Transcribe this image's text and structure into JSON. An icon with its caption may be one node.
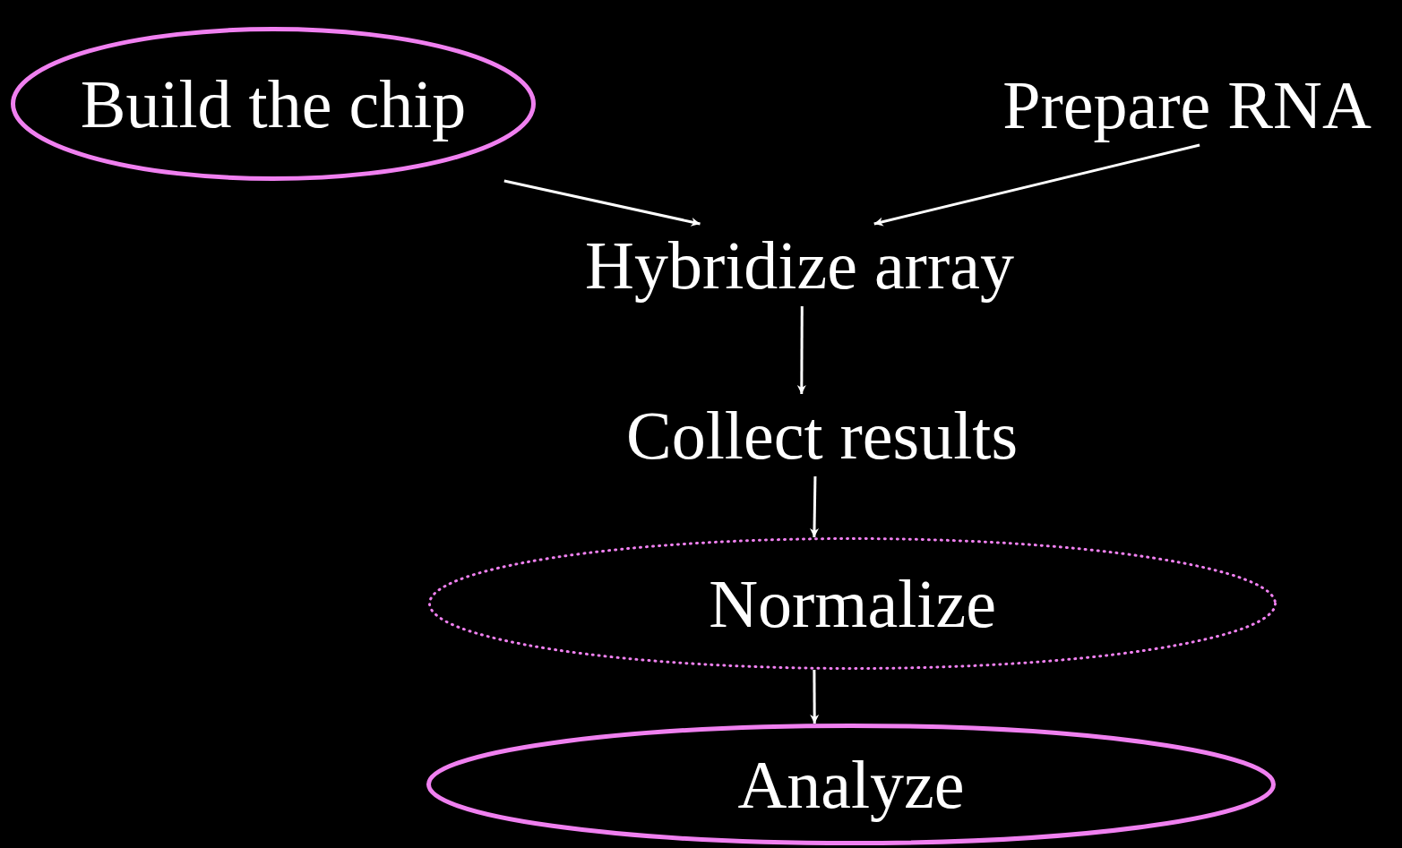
{
  "diagram": {
    "nodes": [
      {
        "text": [
          "Build the chip"
        ]
      },
      {
        "text": [
          "Prepare RNA"
        ]
      },
      {
        "text": [
          "Hybridize array"
        ]
      },
      {
        "text": [
          "Collect results"
        ]
      },
      {
        "text": [
          "Normalize"
        ]
      },
      {
        "text": [
          "Analyze"
        ]
      }
    ],
    "edges": [
      {
        "from": 0,
        "to": 2,
        "arrow": "to"
      },
      {
        "from": 1,
        "to": 2,
        "arrow": "to"
      },
      {
        "from": 2,
        "to": 3,
        "arrow": "to"
      },
      {
        "from": 3,
        "to": 4,
        "arrow": "to"
      },
      {
        "from": 4,
        "to": 5,
        "arrow": "to"
      }
    ]
  }
}
